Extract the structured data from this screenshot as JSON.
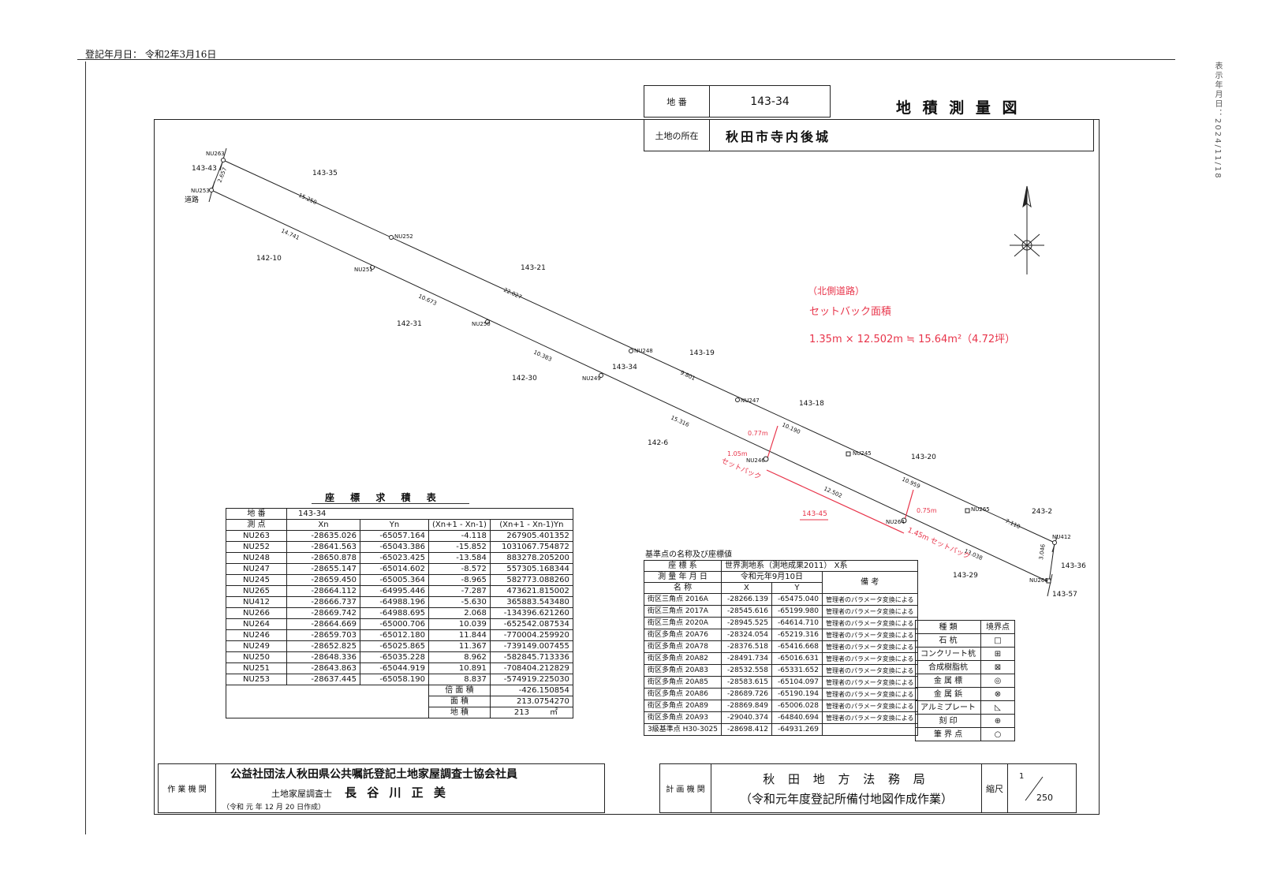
{
  "registration_date": "登記年月日： 令和2年3月16日",
  "side_stamp": "表示年月日：2024/11/18",
  "header": {
    "lot_label": "地 番",
    "lot_value": "143-34",
    "title": "地 積 測 量 図",
    "location_label": "土地の所在",
    "location_value": "秋田市寺内後城"
  },
  "map": {
    "points": [
      "NU263",
      "NU253",
      "NU252",
      "NU251",
      "NU250",
      "NU248",
      "NU249",
      "NU247",
      "NU246",
      "NU245",
      "NU264",
      "NU265",
      "NU412",
      "NU266"
    ],
    "distances": [
      "2.657",
      "15.250",
      "14.741",
      "22.027",
      "10.673",
      "10.383",
      "9.801",
      "15.316",
      "10.190",
      "12.502",
      "10.959",
      "7.110",
      "13.038",
      "3.046"
    ],
    "lot_labels": [
      "143-43",
      "143-35",
      "道路",
      "142-10",
      "143-21",
      "142-31",
      "143-19",
      "143-34",
      "142-30",
      "143-18",
      "142-6",
      "143-20",
      "143-45",
      "243-2",
      "143-29",
      "143-36",
      "143-57"
    ],
    "annotations": {
      "line1": "（北側道路）",
      "line2": "セットバック面積",
      "line3": "1.35m × 12.502m ≒ 15.64m²（4.72坪）",
      "side_a": "0.77m",
      "side_b": "1.05m",
      "setback_left": "セットバック",
      "side_c": "0.75m",
      "setback_right": "1.45m セットバック"
    }
  },
  "coord_table": {
    "title": "座 標 求 積 表",
    "lot_label": "地 番",
    "lot_value": "143-34",
    "col_point": "測 点",
    "col_xn": "Xn",
    "col_yn": "Yn",
    "col_diff": "(Xn+1 - Xn-1)",
    "col_prod": "(Xn+1 - Xn-1)Yn",
    "rows": [
      [
        "NU263",
        "-28635.026",
        "-65057.164",
        "-4.118",
        "267905.401352"
      ],
      [
        "NU252",
        "-28641.563",
        "-65043.386",
        "-15.852",
        "1031067.754872"
      ],
      [
        "NU248",
        "-28650.878",
        "-65023.425",
        "-13.584",
        "883278.205200"
      ],
      [
        "NU247",
        "-28655.147",
        "-65014.602",
        "-8.572",
        "557305.168344"
      ],
      [
        "NU245",
        "-28659.450",
        "-65005.364",
        "-8.965",
        "582773.088260"
      ],
      [
        "NU265",
        "-28664.112",
        "-64995.446",
        "-7.287",
        "473621.815002"
      ],
      [
        "NU412",
        "-28666.737",
        "-64988.196",
        "-5.630",
        "365883.543480"
      ],
      [
        "NU266",
        "-28669.742",
        "-64988.695",
        "2.068",
        "-134396.621260"
      ],
      [
        "NU264",
        "-28664.669",
        "-65000.706",
        "10.039",
        "-652542.087534"
      ],
      [
        "NU246",
        "-28659.703",
        "-65012.180",
        "11.844",
        "-770004.259920"
      ],
      [
        "NU249",
        "-28652.825",
        "-65025.865",
        "11.367",
        "-739149.007455"
      ],
      [
        "NU250",
        "-28648.336",
        "-65035.228",
        "8.962",
        "-582845.713336"
      ],
      [
        "NU251",
        "-28643.863",
        "-65044.919",
        "10.891",
        "-708404.212829"
      ],
      [
        "NU253",
        "-28637.445",
        "-65058.190",
        "8.837",
        "-574919.225030"
      ]
    ],
    "double_area_label": "倍 面 積",
    "double_area": "-426.150854",
    "area_label": "面 積",
    "area": "213.0754270",
    "land_area_label": "地 積",
    "land_area": "213",
    "land_area_unit": "㎡"
  },
  "ref_table": {
    "title": "基準点の名称及び座標値",
    "sys_label": "座 標 系",
    "sys_value": "世界測地系（測地成果2011） X系",
    "date_label": "測 量 年 月 日",
    "date_value": "令和元年9月10日",
    "remark_label": "備 考",
    "name_label": "名 称",
    "x_label": "X",
    "y_label": "Y",
    "rows": [
      [
        "街区三角点 2016A",
        "-28266.139",
        "-65475.040",
        "管理者のパラメータ変換による"
      ],
      [
        "街区三角点 2017A",
        "-28545.616",
        "-65199.980",
        "管理者のパラメータ変換による"
      ],
      [
        "街区三角点 2020A",
        "-28945.525",
        "-64614.710",
        "管理者のパラメータ変換による"
      ],
      [
        "街区多角点 20A76",
        "-28324.054",
        "-65219.316",
        "管理者のパラメータ変換による"
      ],
      [
        "街区多角点 20A78",
        "-28376.518",
        "-65416.668",
        "管理者のパラメータ変換による"
      ],
      [
        "街区多角点 20A82",
        "-28491.734",
        "-65016.631",
        "管理者のパラメータ変換による"
      ],
      [
        "街区多角点 20A83",
        "-28532.558",
        "-65331.652",
        "管理者のパラメータ変換による"
      ],
      [
        "街区多角点 20A85",
        "-28583.615",
        "-65104.097",
        "管理者のパラメータ変換による"
      ],
      [
        "街区多角点 20A86",
        "-28689.726",
        "-65190.194",
        "管理者のパラメータ変換による"
      ],
      [
        "街区多角点 20A89",
        "-28869.849",
        "-65006.028",
        "管理者のパラメータ変換による"
      ],
      [
        "街区多角点 20A93",
        "-29040.374",
        "-64840.694",
        "管理者のパラメータ変換による"
      ],
      [
        "3級基準点 H30-3025",
        "-28698.412",
        "-64931.269",
        ""
      ]
    ]
  },
  "legend": {
    "col_kind": "種 類",
    "col_mark": "境界点",
    "rows": [
      [
        "石 杭",
        "□"
      ],
      [
        "コンクリート杭",
        "⊞"
      ],
      [
        "合成樹脂杭",
        "⊠"
      ],
      [
        "金 属 標",
        "◎"
      ],
      [
        "金 属 鋲",
        "⊗"
      ],
      [
        "アルミプレート",
        "◺"
      ],
      [
        "刻 印",
        "⊕"
      ],
      [
        "筆 界 点",
        "○"
      ]
    ]
  },
  "footer": {
    "org_label": "作 業 機 関",
    "org_line1": "公益社団法人秋田県公共嘱託登記土地家屋調査士協会社員",
    "surveyor_title": "土地家屋調査士",
    "surveyor_name": "長 谷 川 正 美",
    "created": "（令和 元 年 12 月 20 日作成）",
    "plan_label": "計 画 機 関",
    "plan_line1": "秋 田 地 方 法 務 局",
    "plan_line2": "（令和元年度登記所備付地図作成作業）",
    "scale_label": "縮尺",
    "scale_num": "1",
    "scale_den": "250"
  }
}
